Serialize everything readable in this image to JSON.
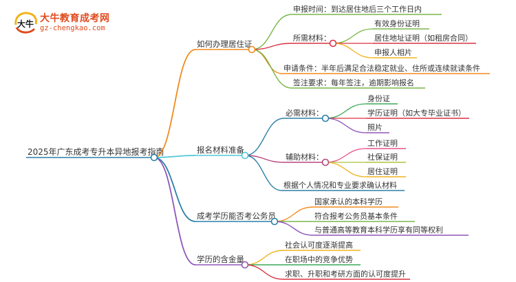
{
  "logo": {
    "title": "大牛教育成考网",
    "url": "gz-chengkao.com",
    "mark_text": "大牛",
    "colors": {
      "brand": "#e04a1d",
      "accent": "#f2b21b"
    }
  },
  "mindmap": {
    "root": "2025年广东成考专升本异地报考指南",
    "branches": [
      {
        "id": "banli",
        "label": "如何办理居住证",
        "color": "#f2891b",
        "children": [
          {
            "label": "申报时间：到达居住地后三个工作日内",
            "color": "#7ab648"
          },
          {
            "label": "所需材料：",
            "color": "#d93040",
            "children": [
              {
                "label": "有效身份证明",
                "color": "#7ab648"
              },
              {
                "label": "居住地址证明（如租房合同）",
                "color": "#d93040"
              },
              {
                "label": "申报人相片",
                "color": "#f2b21b"
              }
            ]
          },
          {
            "label": "申请条件：半年后满足合法稳定就业、住所或连续就读条件",
            "color": "#f2891b"
          },
          {
            "label": "签注要求：每年签注，逾期影响报名",
            "color": "#7ab648"
          }
        ]
      },
      {
        "id": "cailiao",
        "label": "报名材料准备",
        "color": "#4fc7d6",
        "children": [
          {
            "label": "必需材料：",
            "color": "#2a7fa6",
            "children": [
              {
                "label": "身份证",
                "color": "#3aa856"
              },
              {
                "label": "学历证明（如大专毕业证书）",
                "color": "#d93040"
              },
              {
                "label": "照片",
                "color": "#8e55b8"
              }
            ]
          },
          {
            "label": "辅助材料：",
            "color": "#b5477f",
            "children": [
              {
                "label": "工作证明",
                "color": "#e8508a"
              },
              {
                "label": "社保证明",
                "color": "#a8c43a"
              },
              {
                "label": "居住证明",
                "color": "#f2b21b"
              }
            ]
          },
          {
            "label": "根据个人情况和专业要求确认材料",
            "color": "#2a7fa6"
          }
        ]
      },
      {
        "id": "gongwuyuan",
        "label": "成考学历能否考公务员",
        "color": "#2a7fa6",
        "children": [
          {
            "label": "国家承认的本科学历",
            "color": "#f2891b"
          },
          {
            "label": "符合报考公务员基本条件",
            "color": "#7ab648"
          },
          {
            "label": "与普通高等教育本科学历享有同等权利",
            "color": "#8e55b8"
          }
        ]
      },
      {
        "id": "hanjinliang",
        "label": "学历的含金量",
        "color": "#8e55b8",
        "children": [
          {
            "label": "社会认可度逐渐提高",
            "color": "#f2b21b"
          },
          {
            "label": "在职场中的竞争优势",
            "color": "#3aa856"
          },
          {
            "label": "求职、升职和考研方面的认可度提升",
            "color": "#d93040"
          }
        ]
      }
    ]
  }
}
